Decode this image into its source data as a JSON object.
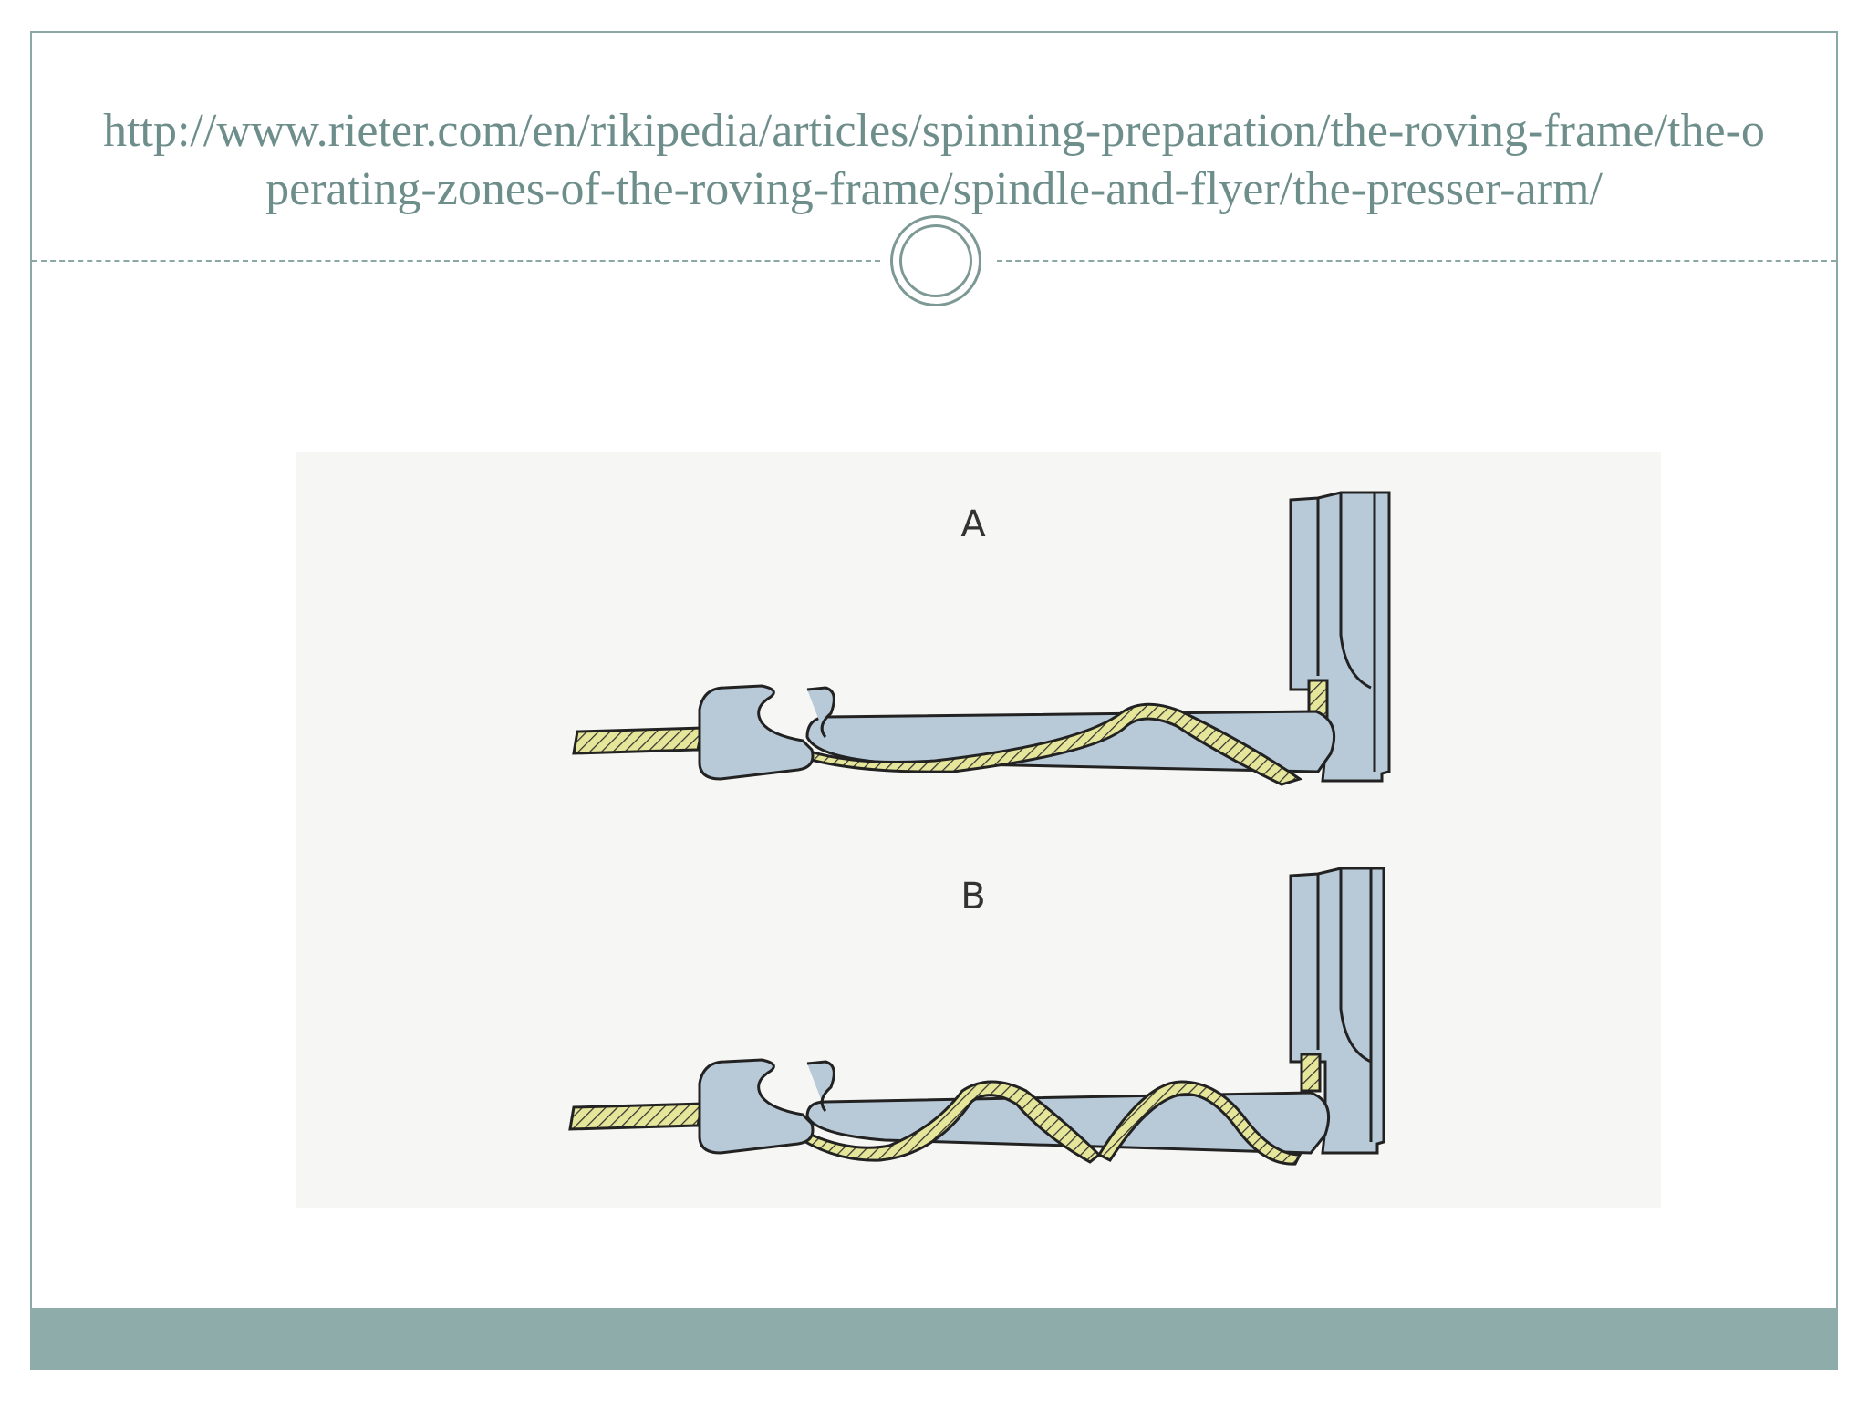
{
  "slide": {
    "title": "http://www.rieter.com/en/rikipedia/articles/spinning-preparation/the-roving-frame/the-operating-zones-of-the-roving-frame/spindle-and-flyer/the-presser-arm/"
  },
  "figure": {
    "panels": [
      {
        "label": "A"
      },
      {
        "label": "B"
      }
    ]
  },
  "colors": {
    "accent": "#8aa8a4",
    "title_text": "#6e8e8b",
    "footer_bar": "#8dacaa",
    "part_fill": "#b8c9d8",
    "roving_fill": "#e6e69a"
  }
}
